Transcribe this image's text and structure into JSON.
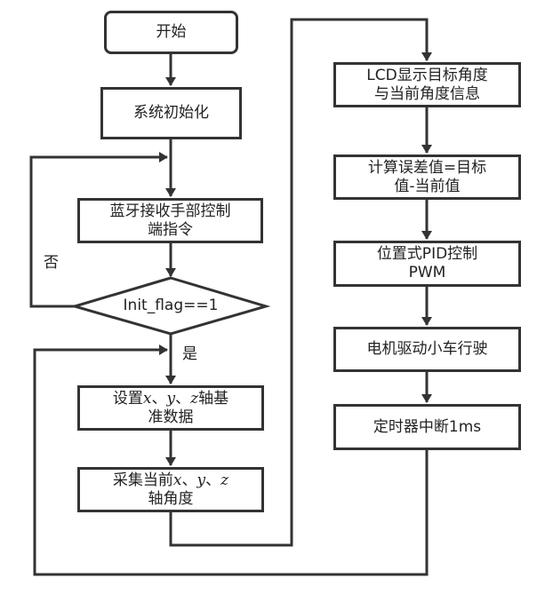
{
  "diagram": {
    "type": "flowchart",
    "nodes": {
      "start": {
        "label": "开始"
      },
      "sys_init": {
        "label": "系统初始化"
      },
      "bt_receive": {
        "line1": "蓝牙接收手部控制",
        "line2": "端指令"
      },
      "decision": {
        "label": "Init_flag==1"
      },
      "set_baseline": {
        "line1_pre": "设置",
        "x": "x",
        "sep1": "、",
        "y": "y",
        "sep2": "、",
        "z": "z",
        "line1_post": "轴基",
        "line2": "准数据"
      },
      "collect_angle": {
        "line1_pre": "采集当前",
        "x": "x",
        "sep1": "、",
        "y": "y",
        "sep2": "、",
        "z": "z",
        "line2": "轴角度"
      },
      "lcd": {
        "line1": "LCD显示目标角度",
        "line2": "与当前角度信息"
      },
      "calc_error": {
        "line1": "计算误差值=目标",
        "line2": "值-当前值"
      },
      "pid": {
        "line1": "位置式PID控制",
        "line2": "PWM"
      },
      "motor": {
        "label": "电机驱动小车行驶"
      },
      "timer": {
        "label": "定时器中断1ms"
      }
    },
    "edge_labels": {
      "no": "否",
      "yes": "是"
    },
    "edges": [
      [
        "start",
        "sys_init"
      ],
      [
        "sys_init",
        "bt_receive"
      ],
      [
        "bt_receive",
        "decision"
      ],
      [
        "decision",
        "bt_receive",
        "否"
      ],
      [
        "decision",
        "set_baseline",
        "是"
      ],
      [
        "set_baseline",
        "collect_angle"
      ],
      [
        "collect_angle",
        "lcd"
      ],
      [
        "lcd",
        "calc_error"
      ],
      [
        "calc_error",
        "pid"
      ],
      [
        "pid",
        "motor"
      ],
      [
        "motor",
        "timer"
      ],
      [
        "timer",
        "set_baseline"
      ]
    ],
    "colors": {
      "stroke": "#333333",
      "fill": "#ffffff",
      "text": "#222222"
    }
  }
}
